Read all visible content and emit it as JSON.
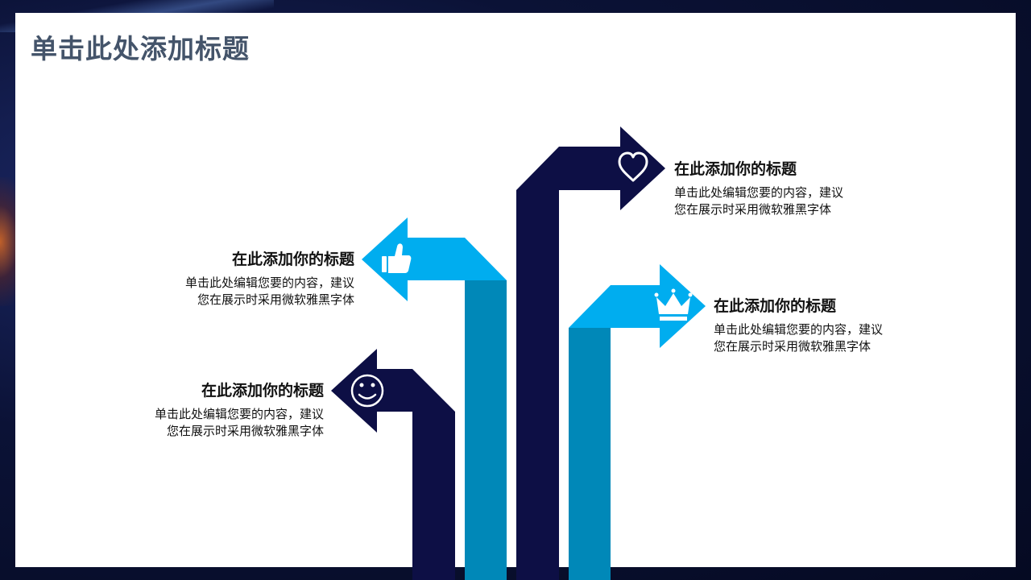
{
  "slide": {
    "title": "单击此处添加标题"
  },
  "items": [
    {
      "heading": "在此添加你的标题",
      "body": "单击此处编辑您要的内容，建议您在展示时采用微软雅黑字体",
      "icon": "heart-icon",
      "color": "#0d0f45"
    },
    {
      "heading": "在此添加你的标题",
      "body": "单击此处编辑您要的内容，建议您在展示时采用微软雅黑字体",
      "icon": "thumbs-up-icon",
      "color": "#00adef"
    },
    {
      "heading": "在此添加你的标题",
      "body": "单击此处编辑您要的内容，建议您在展示时采用微软雅黑字体",
      "icon": "crown-icon",
      "color": "#00adef"
    },
    {
      "heading": "在此添加你的标题",
      "body": "单击此处编辑您要的内容，建议您在展示时采用微软雅黑字体",
      "icon": "smiley-icon",
      "color": "#0d0f45"
    }
  ],
  "colors": {
    "dark_navy": "#0d0f45",
    "bright_blue": "#00adef",
    "stem_blue": "#0088b8",
    "title_gray": "#44546a"
  }
}
